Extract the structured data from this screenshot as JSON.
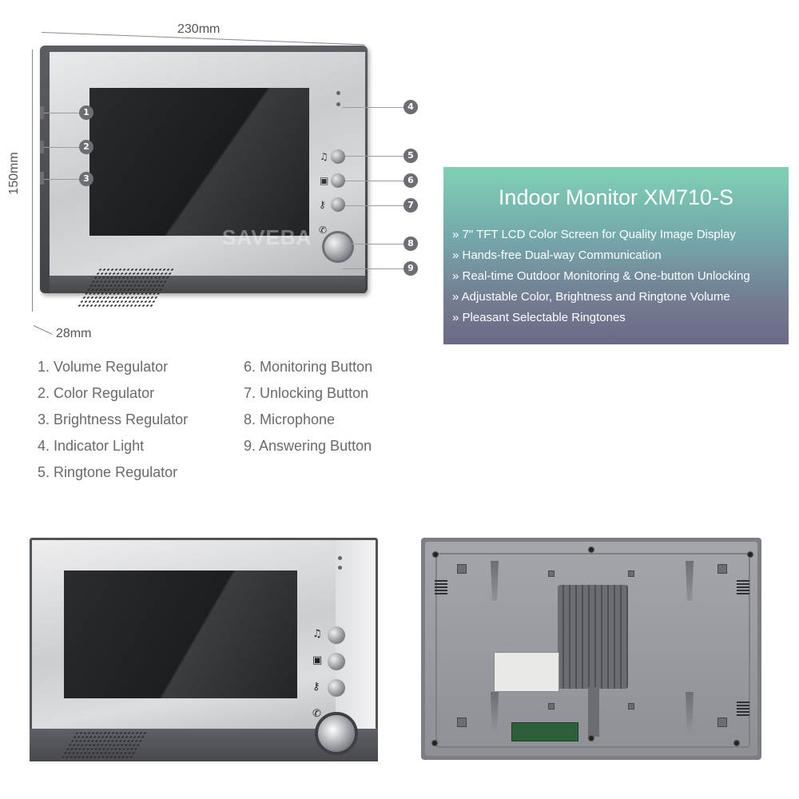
{
  "dimensions": {
    "width": "230mm",
    "height": "150mm",
    "depth": "28mm"
  },
  "watermark": "SAVEBA",
  "callouts": [
    "1",
    "2",
    "3",
    "4",
    "5",
    "6",
    "7",
    "8",
    "9"
  ],
  "info_panel": {
    "title": "Indoor Monitor XM710-S",
    "features": [
      "» 7\" TFT LCD Color Screen for Quality Image Display",
      "» Hands-free Dual-way Communication",
      "» Real-time Outdoor Monitoring & One-button Unlocking",
      "» Adjustable Color, Brightness and Ringtone Volume",
      "» Pleasant Selectable Ringtones"
    ]
  },
  "parts": {
    "left": [
      "1. Volume Regulator",
      "2. Color Regulator",
      "3. Brightness Regulator",
      "4. Indicator Light",
      "5. Ringtone Regulator"
    ],
    "right": [
      "6. Monitoring Button",
      "7. Unlocking Button",
      "8. Microphone",
      "9. Answering Button"
    ]
  },
  "icons": {
    "ringtone": "music-note-icon",
    "monitoring": "person-icon",
    "unlocking": "key-icon",
    "answering": "phone-icon"
  },
  "colors": {
    "panel_top": "#7fd1b5",
    "panel_bottom": "#6c6a86",
    "callout": "#6b6e73"
  }
}
